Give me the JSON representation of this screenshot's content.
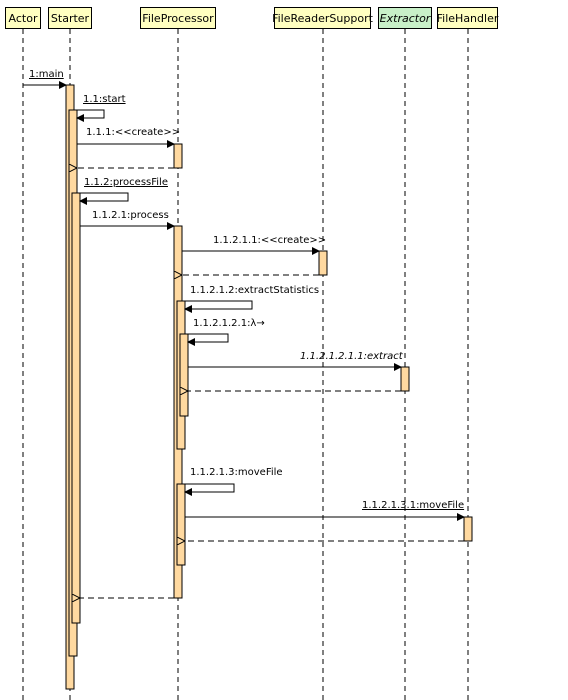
{
  "colors": {
    "participant_fill": "#FFFFC0",
    "abstract_fill": "#C8F0C8",
    "activation_fill": "#FFD9A0",
    "line": "#000000"
  },
  "participants": [
    {
      "label": "Actor"
    },
    {
      "label": "Starter"
    },
    {
      "label": "FileProcessor"
    },
    {
      "label": "FileReaderSupport"
    },
    {
      "label": "Extractor",
      "italic": true
    },
    {
      "label": "FileHandler"
    }
  ],
  "messages": [
    {
      "label": "1:main",
      "underline": true
    },
    {
      "label": "1.1:start",
      "underline": true
    },
    {
      "label": "1.1.1:<<create>>"
    },
    {
      "label": "1.1.2:processFile",
      "underline": true
    },
    {
      "label": "1.1.2.1:process"
    },
    {
      "label": "1.1.2.1.1:<<create>>"
    },
    {
      "label": "1.1.2.1.2:extractStatistics"
    },
    {
      "label": "1.1.2.1.2.1:λ→"
    },
    {
      "label": "1.1.2.1.2.1.1:extract",
      "italic": true
    },
    {
      "label": "1.1.2.1.3:moveFile"
    },
    {
      "label": "1.1.2.1.3.1:moveFile",
      "underline": true
    }
  ]
}
